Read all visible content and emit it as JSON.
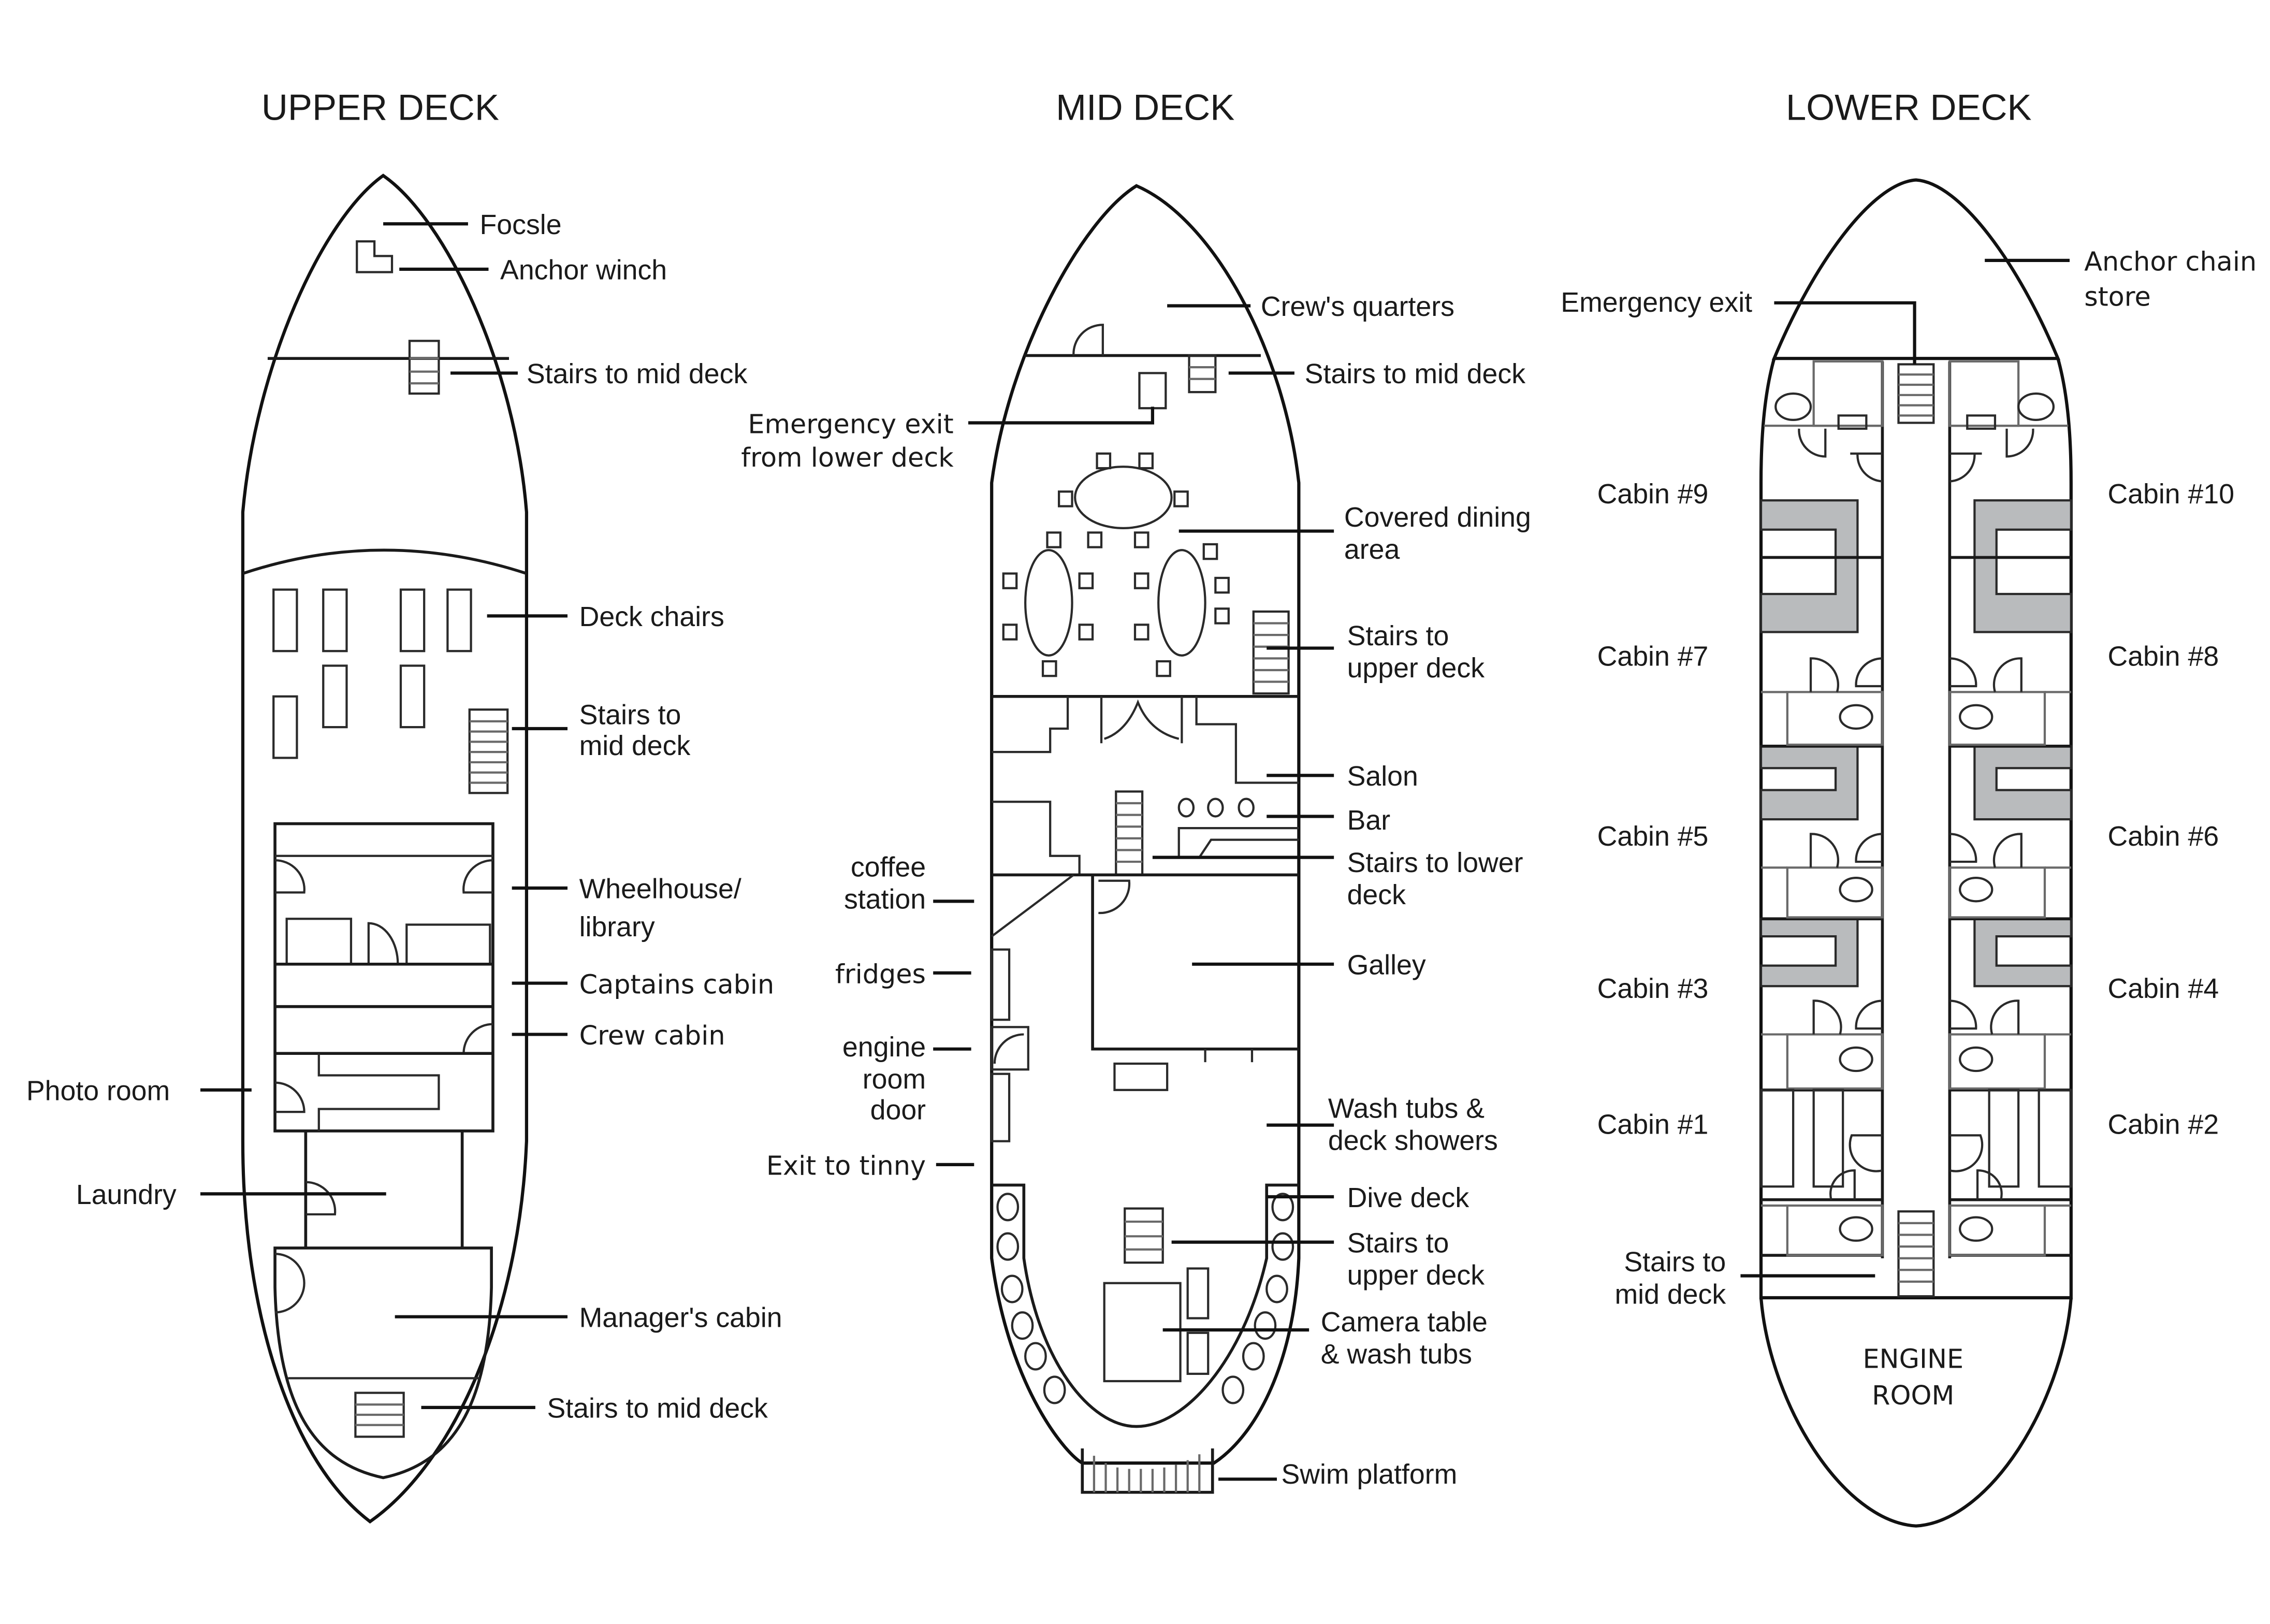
{
  "decks": {
    "upper": {
      "title": "UPPER DECK",
      "labels": {
        "focsle": "Focsle",
        "anchor_winch": "Anchor winch",
        "stairs_fwd": "Stairs to mid deck",
        "deck_chairs": "Deck chairs",
        "stairs_mid_1": "Stairs to",
        "stairs_mid_2": "mid deck",
        "wheelhouse_1": "Wheelhouse/",
        "wheelhouse_2": "library",
        "captains_cabin": "Captains cabin",
        "crew_cabin": "Crew cabin",
        "photo_room": "Photo room",
        "laundry": "Laundry",
        "managers_cabin": "Manager's cabin",
        "stairs_aft": "Stairs to mid deck"
      }
    },
    "mid": {
      "title": "MID DECK",
      "labels": {
        "crews_quarters": "Crew's quarters",
        "stairs_fwd": "Stairs to mid deck",
        "emergency_exit_1": "Emergency exit",
        "emergency_exit_2": "from lower deck",
        "dining_1": "Covered dining",
        "dining_2": "area",
        "stairs_upper_1": "Stairs to",
        "stairs_upper_2": "upper deck",
        "salon": "Salon",
        "bar": "Bar",
        "stairs_lower_1": "Stairs to lower",
        "stairs_lower_2": "deck",
        "coffee_1": "coffee",
        "coffee_2": "station",
        "fridges": "fridges",
        "galley": "Galley",
        "engine_door_1": "engine",
        "engine_door_2": "room",
        "engine_door_3": "door",
        "wash_tubs_1": "Wash tubs &",
        "wash_tubs_2": "deck showers",
        "exit_tinny": "Exit to tinny",
        "dive_deck": "Dive deck",
        "stairs_aft_1": "Stairs to",
        "stairs_aft_2": "upper deck",
        "camera_1": "Camera table",
        "camera_2": "& wash tubs",
        "swim_platform": "Swim platform"
      }
    },
    "lower": {
      "title": "LOWER DECK",
      "labels": {
        "anchor_chain_1": "Anchor chain",
        "anchor_chain_2": "store",
        "emergency_exit": "Emergency exit",
        "cabin_9": "Cabin #9",
        "cabin_10": "Cabin #10",
        "cabin_7": "Cabin #7",
        "cabin_8": "Cabin #8",
        "cabin_5": "Cabin #5",
        "cabin_6": "Cabin #6",
        "cabin_3": "Cabin #3",
        "cabin_4": "Cabin #4",
        "cabin_1": "Cabin #1",
        "cabin_2": "Cabin #2",
        "stairs_mid_1": "Stairs to",
        "stairs_mid_2": "mid deck",
        "engine_room_1": "ENGINE",
        "engine_room_2": "ROOM"
      }
    }
  },
  "colors": {
    "line": "#1a1a1a",
    "bunk_shade": "#b9bbbd",
    "background": "#ffffff"
  }
}
